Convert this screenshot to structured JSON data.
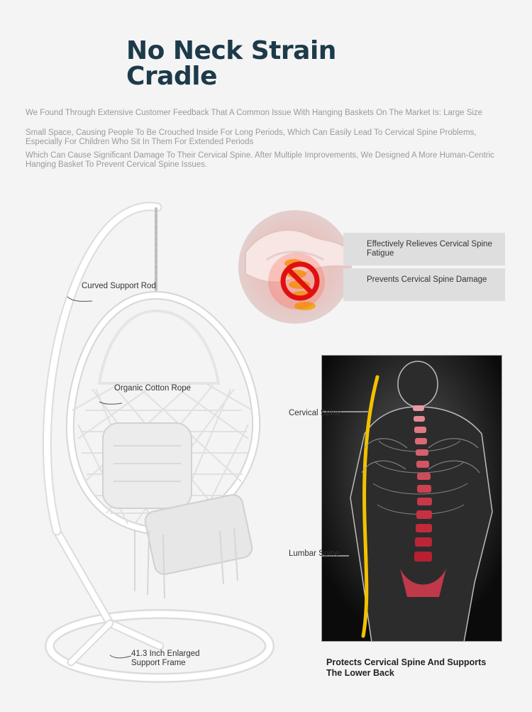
{
  "header": {
    "title_line1": "No Neck Strain",
    "title_line2": "Cradle"
  },
  "intro": {
    "p1": "We Found Through Extensive Customer Feedback That A Common Issue With Hanging Baskets On The Market Is: Large Size",
    "p2": "Small Space, Causing People To Be Crouched Inside For Long Periods, Which Can Easily Lead To Cervical Spine Problems, Especially For Children Who Sit In Them For Extended Periods",
    "p3": "Which Can Cause Significant Damage To Their Cervical Spine. After Multiple Improvements, We Designed A More Human-Centric Hanging Basket To Prevent Cervical Spine Issues."
  },
  "chair_labels": {
    "rod": "Curved Support Rod",
    "rope": "Organic Cotton Rope",
    "frame_line1": "41.3 Inch Enlarged",
    "frame_line2": "Support Frame"
  },
  "benefits": [
    {
      "text": "Effectively Relieves Cervical Spine Fatigue"
    },
    {
      "text": "Prevents Cervical Spine Damage"
    }
  ],
  "spine_labels": {
    "cervical": "Cervical Spine",
    "lumbar": "Lumbar Spine"
  },
  "caption": "Protects Cervical Spine And Supports The Lower Back",
  "icons": {
    "prohibited": "no-sign-icon"
  },
  "colors": {
    "title": "#1d3a4a",
    "no_sign": "#e01010",
    "spine_highlight": "#f2c200"
  }
}
